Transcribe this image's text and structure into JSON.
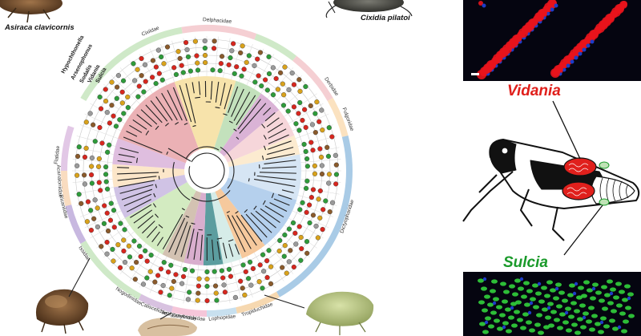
{
  "figure": {
    "species": {
      "top_left": "Asiraca clavicornis",
      "top_right": "Cixidia pilatoi"
    },
    "symbionts": {
      "vidania": {
        "name": "Vidania",
        "color": "#e0201c"
      },
      "sulcia": {
        "name": "Sulcia",
        "color": "#1a9a2a"
      }
    },
    "ring_labels": [
      "Hypochthonella",
      "Arsenophonus",
      "Sodalis",
      "Vidania",
      "Sulcia"
    ],
    "families": {
      "cixiidae": "Cixiidae",
      "derbidae": "Derbidae",
      "fulgoridae": "Fulgoridae",
      "dictyopharidae": "Dictyopharidae",
      "tropiduchidae": "Tropiduchidae",
      "lophopidae": "Lophopidae",
      "eurybrachidae": "Eurybrachidae",
      "tettigometridae": "Tettigometridae",
      "caliscelidae": "Caliscelidae",
      "nogodinidae": "Nogodinidae",
      "issidae": "Issidae",
      "flatidae": "Flatidae",
      "acanaloniidae": "Acanaloniidae",
      "ricaniidae": "Ricaniidae",
      "delphacidae": "Delphacidae"
    },
    "colors": {
      "red_channel": "#e8141c",
      "blue_channel": "#1e3cc8",
      "green_channel": "#32d23c",
      "dot_red": "#d7261e",
      "dot_green": "#2e9b3a",
      "dot_gold": "#d9a21b",
      "dot_gray": "#9a9a9a",
      "dot_brown": "#8a5a2b"
    }
  }
}
